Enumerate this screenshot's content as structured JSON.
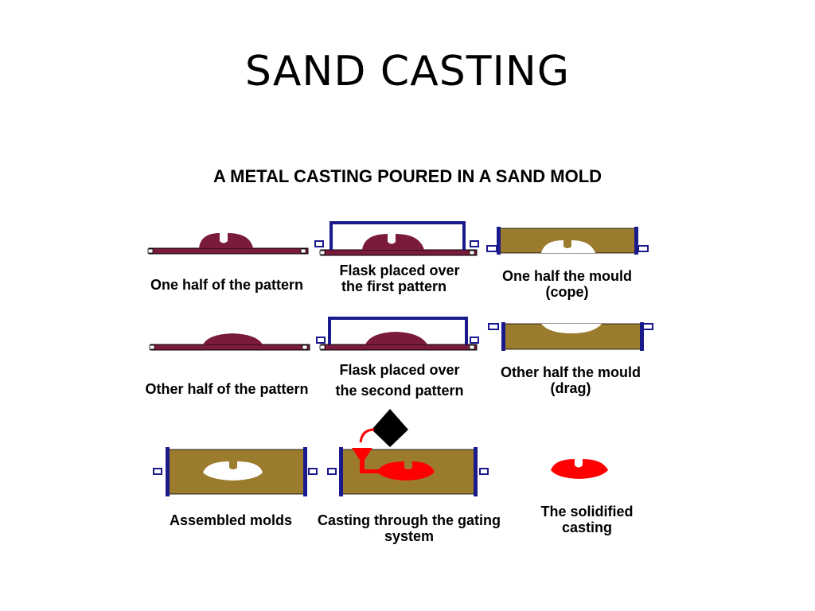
{
  "slide": {
    "title": "SAND CASTING"
  },
  "diagram": {
    "title": "A METAL CASTING POURED IN A SAND MOLD",
    "steps": [
      {
        "label": "One half of the pattern"
      },
      {
        "label_line1": "Flask placed over",
        "label_line2": "the first pattern"
      },
      {
        "label_line1": "One half  the mould",
        "label_line2": "(cope)"
      },
      {
        "label": "Other half of the pattern"
      },
      {
        "label_line1": "Flask placed over",
        "label_line2": "the second pattern"
      },
      {
        "label_line1": "Other half  the mould",
        "label_line2": "(drag)"
      },
      {
        "label": "Assembled molds"
      },
      {
        "label_line1": "Casting through the gating",
        "label_line2": "system"
      },
      {
        "label_line1": "The solidified",
        "label_line2": "casting"
      }
    ]
  },
  "colors": {
    "pattern": "#7a1a3c",
    "flask": "#1a1a8c",
    "sand": "#9b7c2e",
    "metal": "#ff0000",
    "cavity": "#ffffff"
  }
}
